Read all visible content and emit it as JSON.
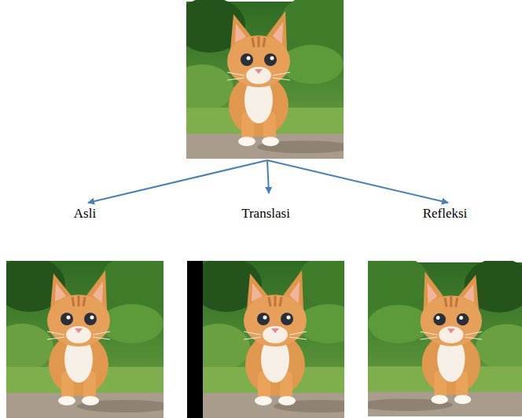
{
  "diagram": {
    "nodes": [
      {
        "text": []
      },
      {
        "text": [
          "Asli"
        ]
      },
      {
        "text": [
          "Translasi"
        ]
      },
      {
        "text": [
          "Refleksi"
        ]
      }
    ],
    "edges": [
      {
        "from": 0,
        "to": 1,
        "arrow": "to"
      },
      {
        "from": 0,
        "to": 2,
        "arrow": "to"
      },
      {
        "from": 0,
        "to": 3,
        "arrow": "to"
      }
    ]
  }
}
